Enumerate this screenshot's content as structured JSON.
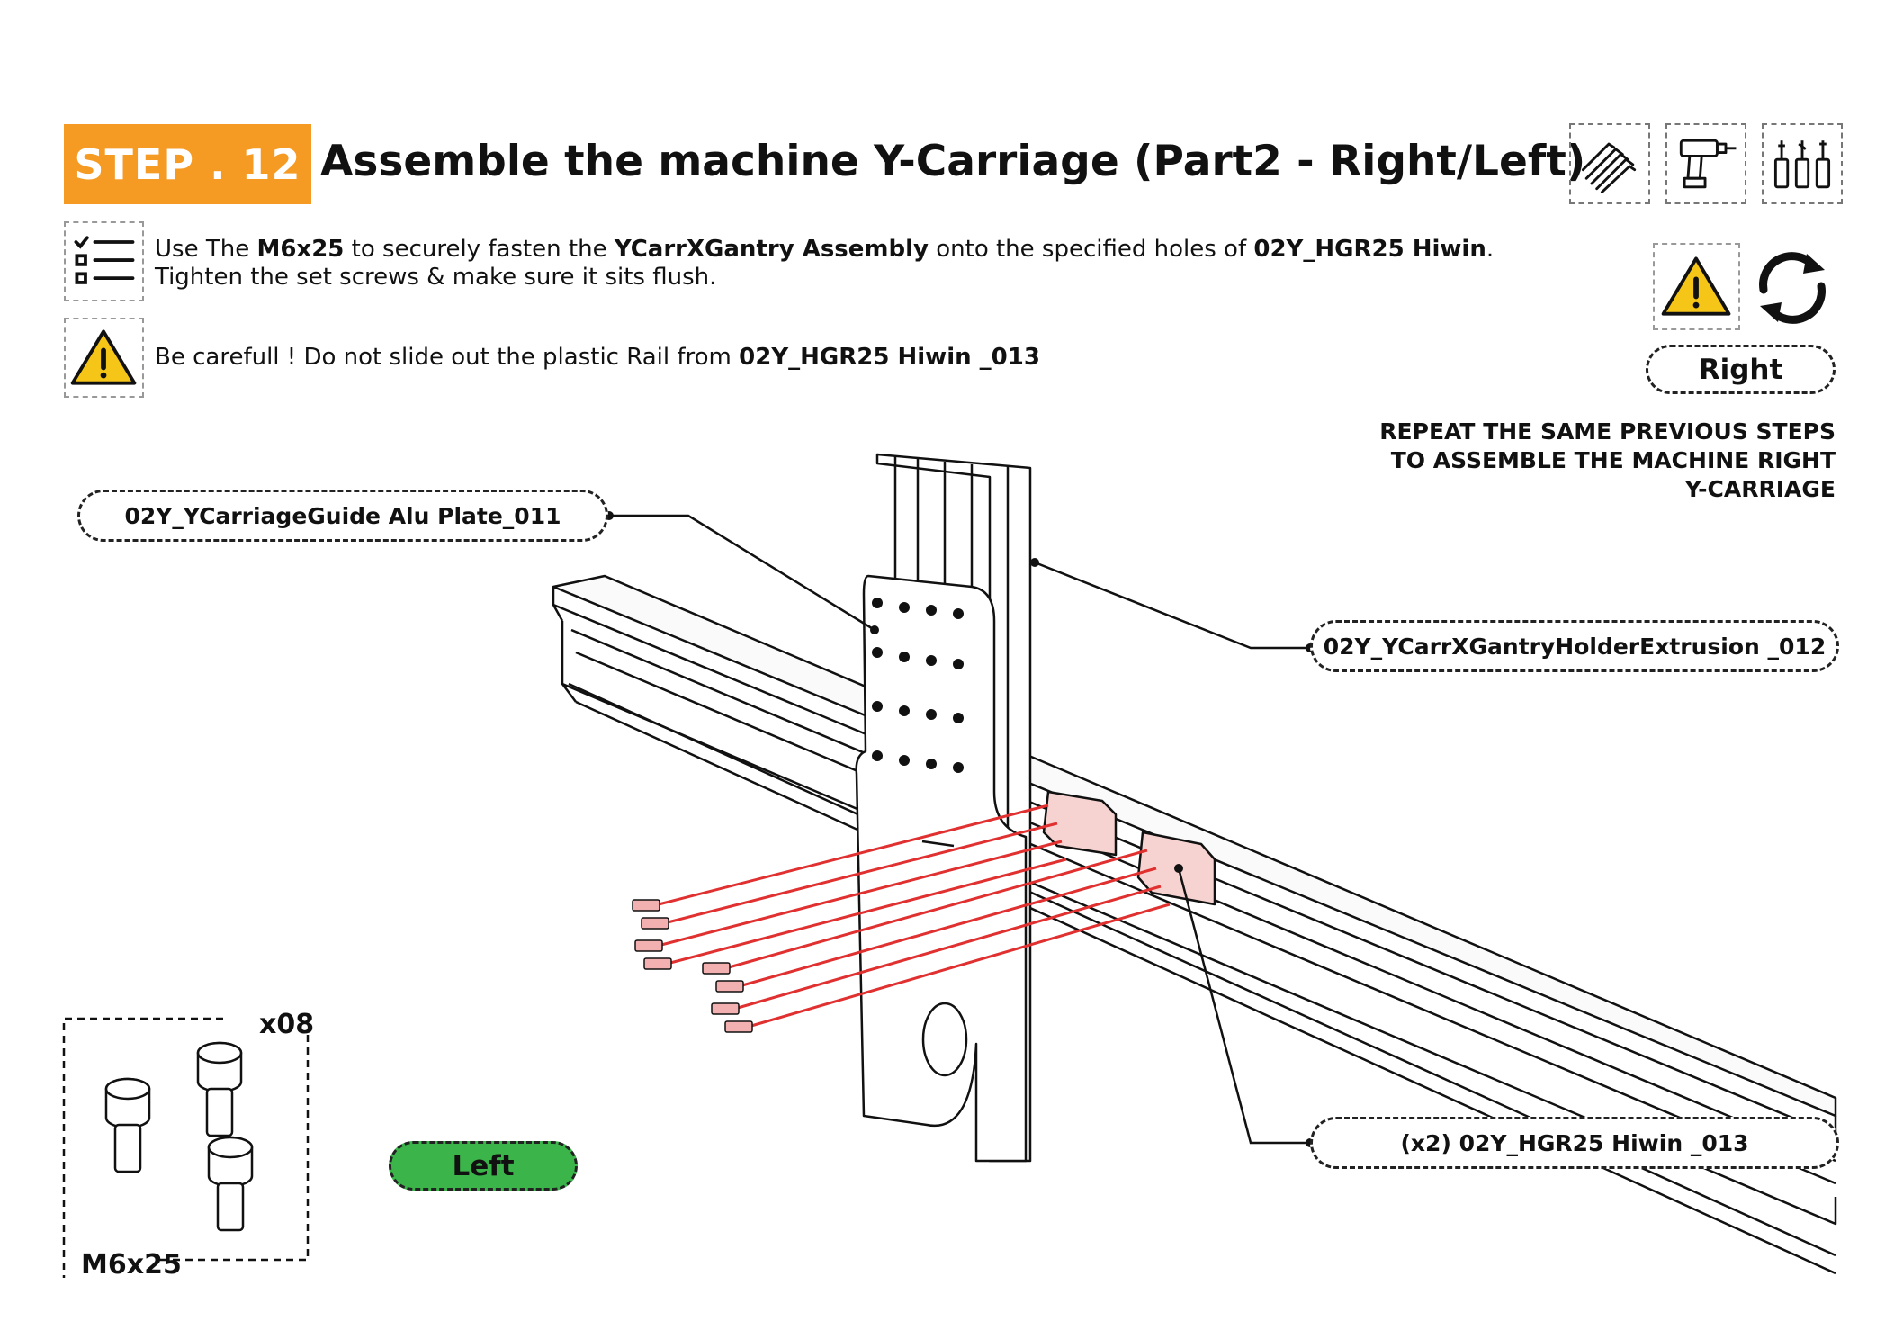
{
  "header": {
    "step_label": "STEP . 12",
    "title": "Assemble the machine Y-Carriage (Part2 - Right/Left)"
  },
  "tools": [
    {
      "icon": "hex-key-set-icon"
    },
    {
      "icon": "power-drill-icon"
    },
    {
      "icon": "screwdriver-bits-icon"
    }
  ],
  "instructions": {
    "line1": {
      "t1": "Use The ",
      "b1": "M6x25",
      "t2": " to securely fasten the ",
      "b2": "YCarrXGantry Assembly",
      "t3": " onto the specified holes of ",
      "b3": "02Y_HGR25 Hiwin",
      "t4": "."
    },
    "line2": "Tighten the set screws & make sure it sits flush.",
    "warning": {
      "t1": "Be carefull ! Do not slide out the plastic Rail from ",
      "b1": "02Y_HGR25 Hiwin _013"
    }
  },
  "side_panel": {
    "mirror_label": "Right",
    "repeat_lines": [
      "REPEAT THE SAME PREVIOUS STEPS",
      "TO ASSEMBLE THE MACHINE RIGHT",
      "Y-CARRIAGE"
    ]
  },
  "callouts": {
    "plate": "02Y_YCarriageGuide Alu Plate_011",
    "extrusion": "02Y_YCarrXGantryHolderExtrusion _012",
    "hiwin": "(x2) 02Y_HGR25 Hiwin _013"
  },
  "side_label": "Left",
  "hardware": {
    "quantity": "x08",
    "name": "M6x25"
  },
  "colors": {
    "accent_orange": "#f59a23",
    "left_green": "#3bb54a",
    "screw_line_red": "#e03030",
    "warning_yellow": "#f5c518"
  }
}
